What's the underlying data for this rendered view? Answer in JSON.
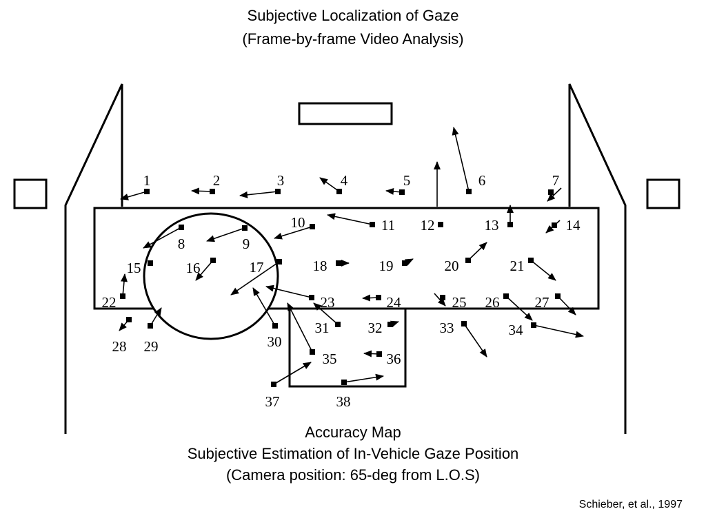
{
  "title": {
    "line1": "Subjective Localization of Gaze",
    "line2": "(Frame-by-frame Video Analysis)"
  },
  "caption": {
    "line1": "Accuracy Map",
    "line2": "Subjective Estimation of In-Vehicle Gaze Position",
    "line3": "(Camera position: 65-deg from L.O.S)"
  },
  "credit": "Schieber, et al., 1997",
  "points": [
    {
      "label": "1",
      "id": 1
    },
    {
      "label": "2",
      "id": 2
    },
    {
      "label": "3",
      "id": 3
    },
    {
      "label": "4",
      "id": 4
    },
    {
      "label": "5",
      "id": 5
    },
    {
      "label": "6",
      "id": 6
    },
    {
      "label": "7",
      "id": 7
    },
    {
      "label": "8",
      "id": 8
    },
    {
      "label": "9",
      "id": 9
    },
    {
      "label": "10",
      "id": 10
    },
    {
      "label": "11",
      "id": 11
    },
    {
      "label": "12",
      "id": 12
    },
    {
      "label": "13",
      "id": 13
    },
    {
      "label": "14",
      "id": 14
    },
    {
      "label": "15",
      "id": 15
    },
    {
      "label": "16",
      "id": 16
    },
    {
      "label": "17",
      "id": 17
    },
    {
      "label": "18",
      "id": 18
    },
    {
      "label": "19",
      "id": 19
    },
    {
      "label": "20",
      "id": 20
    },
    {
      "label": "21",
      "id": 21
    },
    {
      "label": "22",
      "id": 22
    },
    {
      "label": "23",
      "id": 23
    },
    {
      "label": "24",
      "id": 24
    },
    {
      "label": "25",
      "id": 25
    },
    {
      "label": "26",
      "id": 26
    },
    {
      "label": "27",
      "id": 27
    },
    {
      "label": "28",
      "id": 28
    },
    {
      "label": "29",
      "id": 29
    },
    {
      "label": "30",
      "id": 30
    },
    {
      "label": "31",
      "id": 31
    },
    {
      "label": "32",
      "id": 32
    },
    {
      "label": "33",
      "id": 33
    },
    {
      "label": "34",
      "id": 34
    },
    {
      "label": "35",
      "id": 35
    },
    {
      "label": "36",
      "id": 36
    },
    {
      "label": "37",
      "id": 37
    },
    {
      "label": "38",
      "id": 38
    }
  ]
}
